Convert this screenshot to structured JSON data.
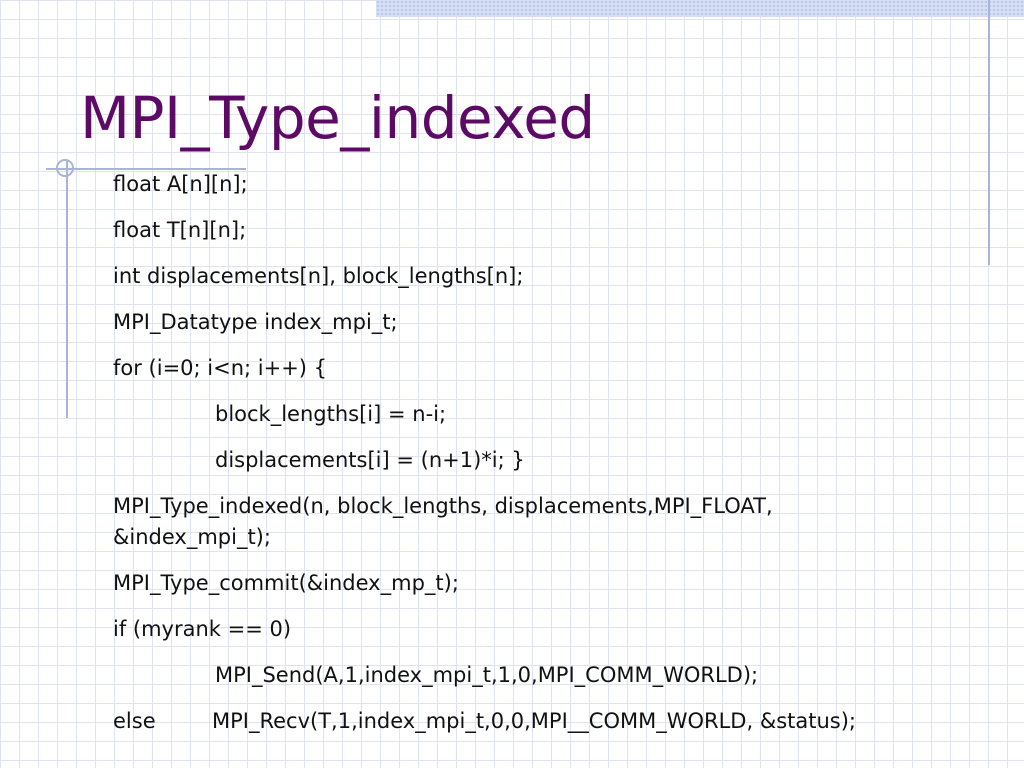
{
  "slide": {
    "title": "MPI_Type_indexed",
    "lines": [
      "float A[n][n];",
      "float T[n][n];",
      "int displacements[n], block_lengths[n];",
      "MPI_Datatype index_mpi_t;",
      "for (i=0; i<n; i++) {",
      "block_lengths[i] = n-i;",
      "displacements[i] = (n+1)*i;  }",
      "MPI_Type_indexed(n, block_lengths, displacements,MPI_FLOAT,",
      "&index_mpi_t);",
      "MPI_Type_commit(&index_mp_t);",
      "if (myrank == 0)",
      "MPI_Send(A,1,index_mpi_t,1,0,MPI_COMM_WORLD);",
      "else",
      "MPI_Recv(T,1,index_mpi_t,0,0,MPI__COMM_WORLD, &status);"
    ]
  }
}
